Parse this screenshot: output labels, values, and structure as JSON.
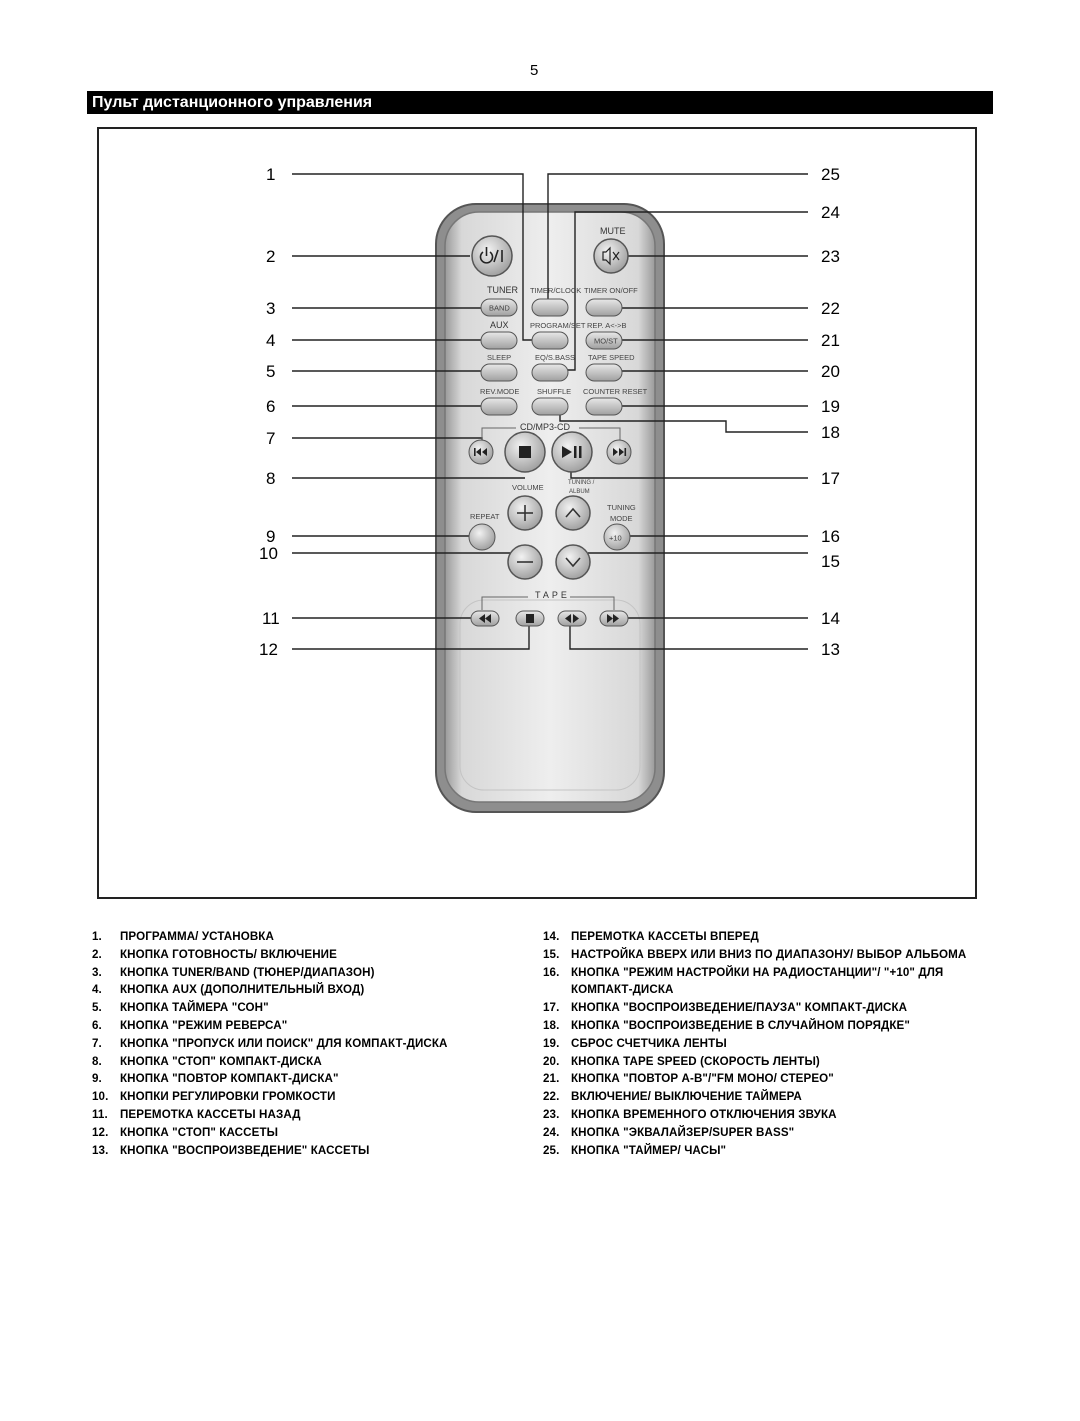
{
  "page": {
    "number": "5",
    "section_title": "Пульт дистанционного управления"
  },
  "figure": {
    "callouts_left": [
      "1",
      "2",
      "3",
      "4",
      "5",
      "6",
      "7",
      "8",
      "9",
      "10",
      "11",
      "12"
    ],
    "callouts_right": [
      "25",
      "24",
      "23",
      "22",
      "21",
      "20",
      "19",
      "18",
      "17",
      "16",
      "15",
      "14",
      "13"
    ],
    "remote_labels": {
      "mute": "MUTE",
      "tuner": "TUNER",
      "band": "BAND",
      "aux": "AUX",
      "sleep": "SLEEP",
      "rev_mode": "REV.MODE",
      "timer_clock": "TIMER/CLOCK",
      "program_set": "PROGRAM/SET",
      "eq_sbass": "EQ/S.BASS",
      "shuffle": "SHUFFLE",
      "timer_onoff": "TIMER ON/OFF",
      "rep_ab": "REP. A<->B",
      "mo_st": "MO/ST",
      "tape_speed": "TAPE SPEED",
      "counter_reset": "COUNTER RESET",
      "cd_mp3_cd": "CD/MP3-CD",
      "volume": "VOLUME",
      "tuning_album": "TUNING /",
      "album": "ALBUM",
      "repeat": "REPEAT",
      "tuning_mode_1": "TUNING",
      "tuning_mode_2": "MODE",
      "plus10": "+10",
      "tape": "TAPE"
    }
  },
  "legend_left": [
    {
      "num": "1.",
      "text": "ПРОГРАММА/ УСТАНОВКА"
    },
    {
      "num": "2.",
      "text": "КНОПКА ГОТОВНОСТЬ/ ВКЛЮЧЕНИЕ"
    },
    {
      "num": "3.",
      "text": "КНОПКА TUNER/BAND (ТЮНЕР/ДИАПАЗОН)"
    },
    {
      "num": "4.",
      "text": "КНОПКА AUX (ДОПОЛНИТЕЛЬНЫЙ ВХОД)"
    },
    {
      "num": "5.",
      "text": "КНОПКА ТАЙМЕРА \"СОН\""
    },
    {
      "num": "6.",
      "text": "КНОПКА \"РЕЖИМ РЕВЕРСА\""
    },
    {
      "num": "7.",
      "text": "КНОПКА \"ПРОПУСК ИЛИ ПОИСК\" ДЛЯ КОМПАКТ-ДИСКА"
    },
    {
      "num": "8.",
      "text": "КНОПКА \"СТОП\" КОМПАКТ-ДИСКА"
    },
    {
      "num": "9.",
      "text": "КНОПКА \"ПОВТОР КОМПАКТ-ДИСКА\""
    },
    {
      "num": "10.",
      "text": "КНОПКИ РЕГУЛИРОВКИ ГРОМКОСТИ"
    },
    {
      "num": "11.",
      "text": "ПЕРЕМОТКА КАССЕТЫ НАЗАД"
    },
    {
      "num": "12.",
      "text": "КНОПКА \"СТОП\" КАССЕТЫ"
    },
    {
      "num": "13.",
      "text": "КНОПКА \"ВОСПРОИЗВЕДЕНИЕ\" КАССЕТЫ"
    }
  ],
  "legend_right": [
    {
      "num": "14.",
      "text": "ПЕРЕМОТКА КАССЕТЫ ВПЕРЕД"
    },
    {
      "num": "15.",
      "text": "НАСТРОЙКА ВВЕРХ ИЛИ ВНИЗ ПО ДИАПАЗОНУ/ ВЫБОР АЛЬБОМА"
    },
    {
      "num": "16.",
      "text": "КНОПКА \"РЕЖИМ НАСТРОЙКИ НА РАДИОСТАНЦИИ\"/ \"+10\" ДЛЯ КОМПАКТ-ДИСКА"
    },
    {
      "num": "17.",
      "text": "КНОПКА \"ВОСПРОИЗВЕДЕНИЕ/ПАУЗА\" КОМПАКТ-ДИСКА"
    },
    {
      "num": "18.",
      "text": "КНОПКА \"ВОСПРОИЗВЕДЕНИЕ В СЛУЧАЙНОМ ПОРЯДКЕ\""
    },
    {
      "num": "19.",
      "text": "СБРОС СЧЕТЧИКА ЛЕНТЫ"
    },
    {
      "num": "20.",
      "text": "КНОПКА TAPE SPEED (СКОРОСТЬ ЛЕНТЫ)"
    },
    {
      "num": "21.",
      "text": "КНОПКА \"ПОВТОР A-B\"/\"FM МОНО/ СТЕРЕО\""
    },
    {
      "num": "22.",
      "text": "ВКЛЮЧЕНИЕ/ ВЫКЛЮЧЕНИЕ ТАЙМЕРА"
    },
    {
      "num": "23.",
      "text": "КНОПКА ВРЕМЕННОГО ОТКЛЮЧЕНИЯ ЗВУКА"
    },
    {
      "num": "24.",
      "text": "КНОПКА \"ЭКВАЛАЙЗЕР/SUPER BASS\""
    },
    {
      "num": "25.",
      "text": "КНОПКА \"ТАЙМЕР/ ЧАСЫ\""
    }
  ]
}
